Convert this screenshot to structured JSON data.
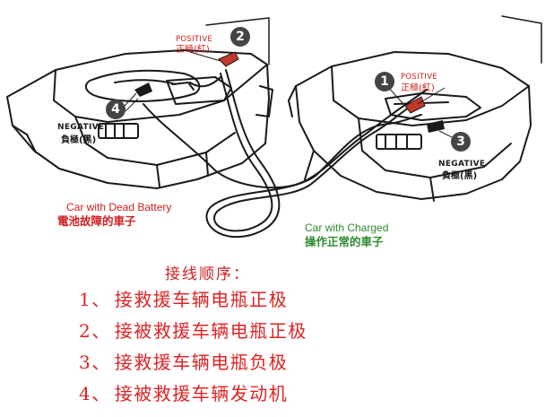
{
  "left_car": {
    "positive_en": "POSITIVE",
    "positive_cn": "正極(紅)",
    "negative_en": "NEGATIVE",
    "negative_cn": "負極(黑)",
    "name_en": "Car with Dead Battery",
    "name_cn": "電池故障的車子",
    "badge_positive": "2",
    "badge_negative": "4"
  },
  "right_car": {
    "positive_en": "POSITIVE",
    "positive_cn": "正極(紅)",
    "negative_en": "NEGATIVE",
    "negative_cn": "負極(黑)",
    "name_en": "Car with Charged",
    "name_cn": "操作正常的車子",
    "badge_positive": "1",
    "badge_negative": "3"
  },
  "steps": {
    "title": "接线顺序：",
    "items": [
      {
        "num": "1、",
        "text": "接救援车辆电瓶正极"
      },
      {
        "num": "2、",
        "text": "接被救援车辆电瓶正极"
      },
      {
        "num": "3、",
        "text": "接救援车辆电瓶负极"
      },
      {
        "num": "4、",
        "text": "接被救援车辆发动机"
      }
    ]
  },
  "colors": {
    "red_text": "#d21e1e",
    "green_text": "#2e8b2e",
    "line_art": "#1a1a1a",
    "clamp_red": "#c0392b"
  }
}
